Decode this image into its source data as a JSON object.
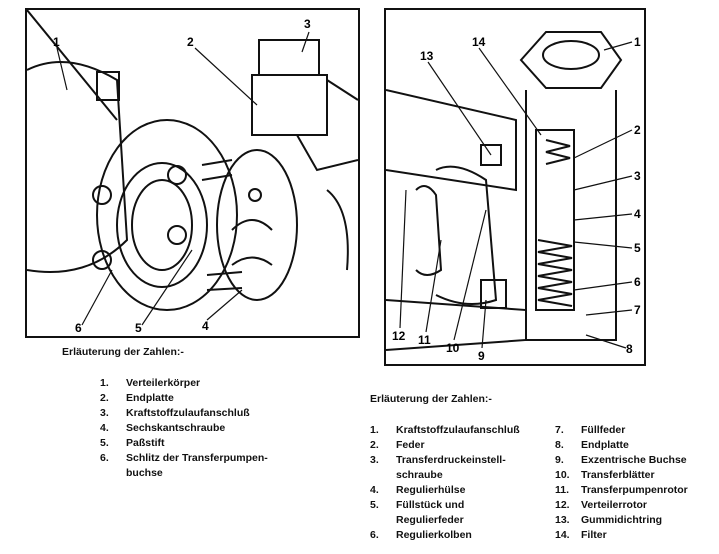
{
  "left_figure": {
    "callouts": [
      "1",
      "2",
      "3",
      "4",
      "5",
      "6"
    ]
  },
  "right_figure": {
    "callouts": [
      "1",
      "2",
      "3",
      "4",
      "5",
      "6",
      "7",
      "8",
      "9",
      "10",
      "11",
      "12",
      "13",
      "14"
    ]
  },
  "legend_left": {
    "title": "Erläuterung der Zahlen:-",
    "items": [
      {
        "num": "1.",
        "text": "Verteilerkörper"
      },
      {
        "num": "2.",
        "text": "Endplatte"
      },
      {
        "num": "3.",
        "text": "Kraftstoffzulaufanschluß"
      },
      {
        "num": "4.",
        "text": "Sechskantschraube"
      },
      {
        "num": "5.",
        "text": "Paßstift"
      },
      {
        "num": "6.",
        "text": "Schlitz der Transferpumpen-"
      },
      {
        "num": "",
        "text": "buchse"
      }
    ]
  },
  "legend_right": {
    "title": "Erläuterung der Zahlen:-",
    "col1": [
      {
        "num": "1.",
        "text": "Kraftstoffzulaufanschluß"
      },
      {
        "num": "2.",
        "text": "Feder"
      },
      {
        "num": "3.",
        "text": "Transferdruckeinstell-"
      },
      {
        "num": "",
        "text": "schraube"
      },
      {
        "num": "4.",
        "text": "Regulierhülse"
      },
      {
        "num": "5.",
        "text": "Füllstück und"
      },
      {
        "num": "",
        "text": "Regulierfeder"
      },
      {
        "num": "6.",
        "text": "Regulierkolben"
      }
    ],
    "col2": [
      {
        "num": "7.",
        "text": "Füllfeder"
      },
      {
        "num": "8.",
        "text": "Endplatte"
      },
      {
        "num": "9.",
        "text": "Exzentrische Buchse"
      },
      {
        "num": "10.",
        "text": "Transferblätter"
      },
      {
        "num": "11.",
        "text": "Transferpumpenrotor"
      },
      {
        "num": "12.",
        "text": "Verteilerrotor"
      },
      {
        "num": "13.",
        "text": "Gummidichtring"
      },
      {
        "num": "14.",
        "text": "Filter"
      }
    ]
  }
}
